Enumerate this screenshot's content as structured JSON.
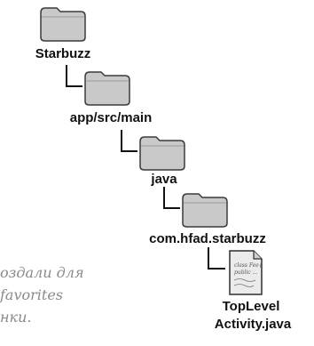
{
  "tree": {
    "root_folder": "Starbuzz",
    "src_folder": "app/src/main",
    "java_folder": "java",
    "package_folder": "com.hfad.starbuzz",
    "file_name_line1": "TopLevel",
    "file_name_line2": "Activity.java",
    "file_scribble_line1": "class Fee{",
    "file_scribble_line2": "public ..."
  },
  "annotation": {
    "line1": "оздали для",
    "line2": "favorites",
    "line3": "нки."
  },
  "colors": {
    "folder_fill": "#c9c9c9",
    "folder_stroke": "#3a3a3a",
    "line": "#111111",
    "annotation_text": "#8a8a8a"
  },
  "icons": [
    "folder-icon",
    "java-file-icon"
  ]
}
